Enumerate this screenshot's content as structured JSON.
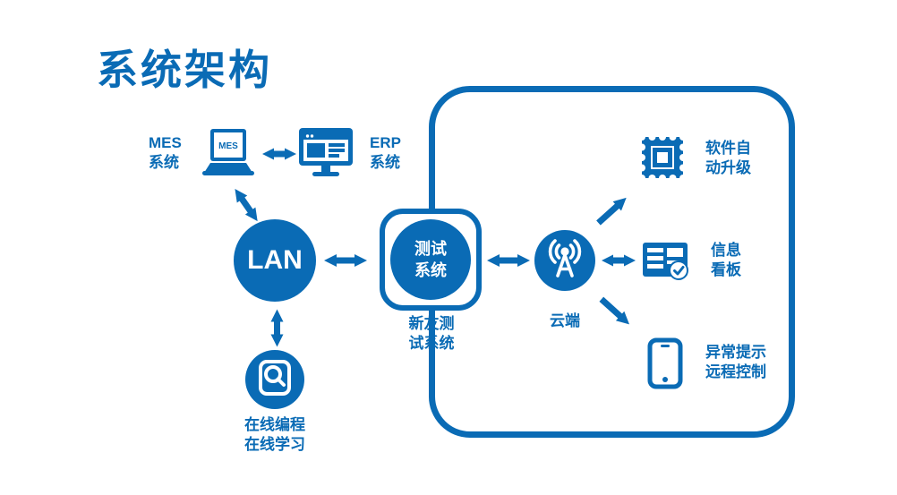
{
  "accent": "#0a6bb5",
  "title": "系统架构",
  "nodes": {
    "mes": {
      "line1": "MES",
      "line2": "系统",
      "screen_text": "MES"
    },
    "erp": {
      "line1": "ERP",
      "line2": "系统"
    },
    "lan": {
      "label": "LAN"
    },
    "test": {
      "circle_line1": "测试",
      "circle_line2": "系统",
      "caption_line1": "新友测",
      "caption_line2": "试系统"
    },
    "cloud": {
      "caption": "云端"
    },
    "upgrade": {
      "line1": "软件自",
      "line2": "动升级"
    },
    "board": {
      "line1": "信息",
      "line2": "看板"
    },
    "mobile": {
      "line1": "异常提示",
      "line2": "远程控制"
    },
    "online": {
      "line1": "在线编程",
      "line2": "在线学习"
    }
  },
  "icons": {
    "mes": "laptop-icon",
    "erp": "monitor-icon",
    "cloud": "antenna-broadcast-icon",
    "upgrade": "stamp-icon",
    "board": "dashboard-icon",
    "mobile": "smartphone-icon",
    "online": "magnifier-disk-icon"
  }
}
